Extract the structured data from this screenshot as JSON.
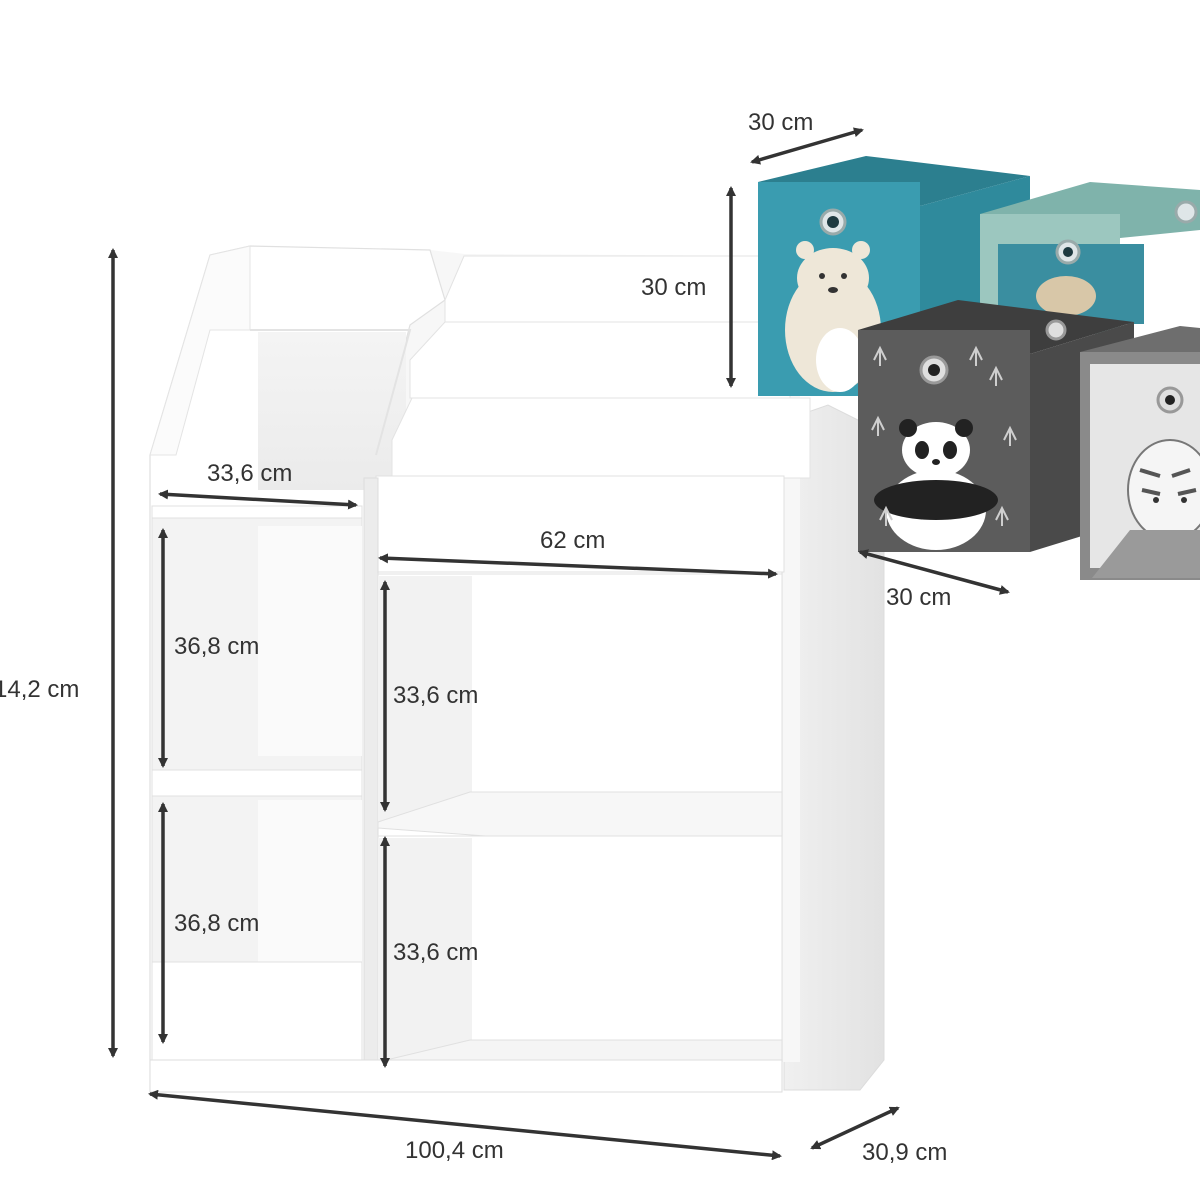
{
  "dimensions": {
    "total_height": "14,2 cm",
    "total_width": "100,4 cm",
    "depth": "30,9 cm",
    "left_compartment_width": "33,6 cm",
    "right_compartment_width": "62 cm",
    "left_upper_height": "36,8 cm",
    "left_lower_height": "36,8 cm",
    "right_upper_height": "33,6 cm",
    "right_lower_height": "33,6 cm",
    "box_width": "30 cm",
    "box_height": "30 cm",
    "box_depth": "30 cm"
  },
  "boxes": [
    {
      "motif": "bear",
      "color": "#3a9cb0"
    },
    {
      "motif": "llama",
      "color": "#9cc7bf"
    },
    {
      "motif": "panda",
      "color": "#5c5c5c"
    },
    {
      "motif": "zebra",
      "color": "#8a8a8a"
    }
  ],
  "colors": {
    "shelf": "#ffffff",
    "shelf_edge": "#d8d8d8",
    "arrow": "#333333",
    "teal": "#3a9cb0",
    "mint": "#9cc7bf",
    "dark_gray": "#5c5c5c",
    "gray": "#8a8a8a"
  }
}
